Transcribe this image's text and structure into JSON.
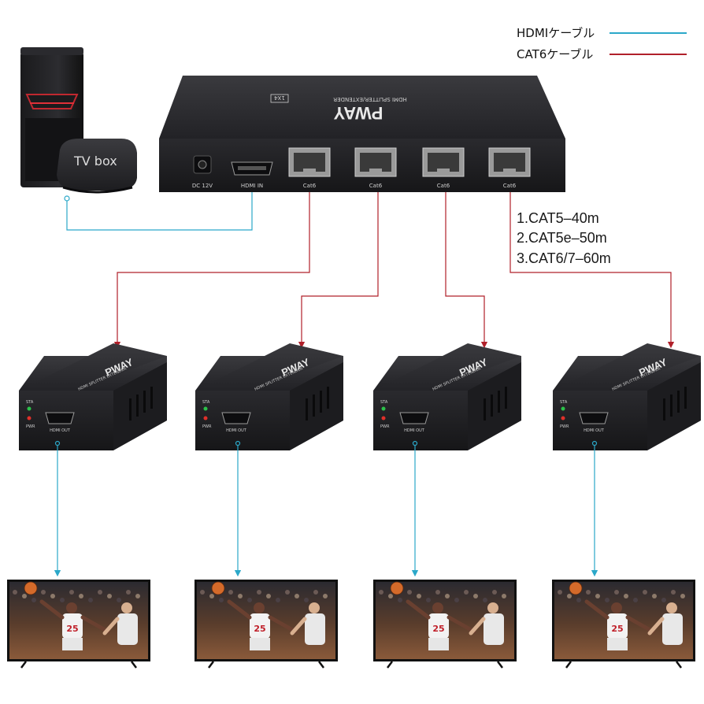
{
  "legend": {
    "hdmi_label": "HDMIケーブル",
    "hdmi_color": "#2ba8c9",
    "cat6_label": "CAT6ケーブル",
    "cat6_color": "#b0202a"
  },
  "source": {
    "tvbox_label": "TV box",
    "icons": [
      "pc-tower",
      "tv-box"
    ]
  },
  "splitter": {
    "brand": "PWAY",
    "model": "HDMI SPLITTER/EXTENDER",
    "badge": "1X4",
    "port_dc": "DC 12V",
    "port_hdmi_in": "HDMI IN",
    "cat_ports": [
      "Cat6",
      "Cat6",
      "Cat6",
      "Cat6"
    ]
  },
  "cable_specs": [
    "1.CAT5–40m",
    "2.CAT5e–50m",
    "3.CAT6/7–60m"
  ],
  "receivers": [
    {
      "brand": "PWAY",
      "model": "HDMI SPLITTER EXTENDER",
      "sta": "STA",
      "pwr": "PWR",
      "port": "HDMI OUT"
    },
    {
      "brand": "PWAY",
      "model": "HDMI SPLITTER EXTENDER",
      "sta": "STA",
      "pwr": "PWR",
      "port": "HDMI OUT"
    },
    {
      "brand": "PWAY",
      "model": "HDMI SPLITTER EXTENDER",
      "sta": "STA",
      "pwr": "PWR",
      "port": "HDMI OUT"
    },
    {
      "brand": "PWAY",
      "model": "HDMI SPLITTER EXTENDER",
      "sta": "STA",
      "pwr": "PWR",
      "port": "HDMI OUT"
    }
  ],
  "displays": [
    {
      "jersey": "25"
    },
    {
      "jersey": "25"
    },
    {
      "jersey": "25"
    },
    {
      "jersey": "25"
    }
  ]
}
